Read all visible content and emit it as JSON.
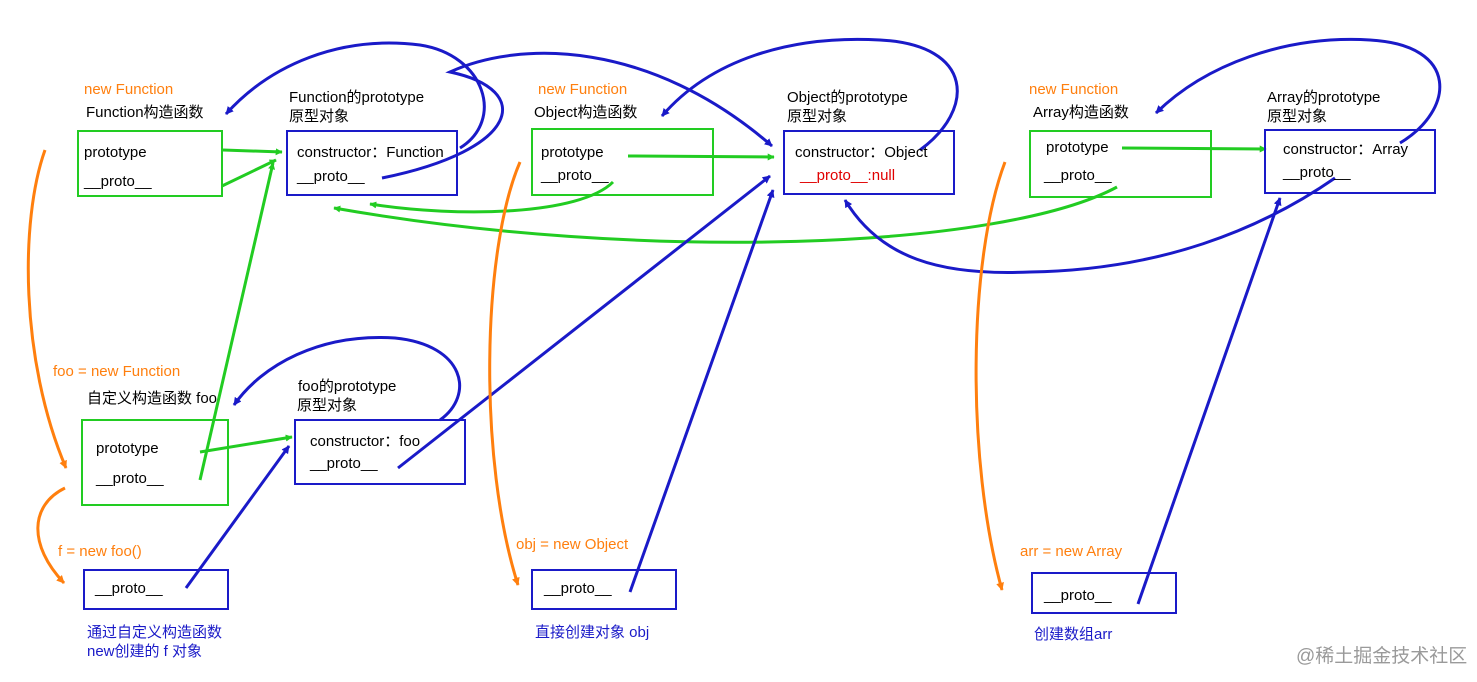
{
  "function_group": {
    "new_label": "new Function",
    "ctor_title": "Function构造函数",
    "ctor_fields": [
      "prototype",
      "__proto__"
    ],
    "proto_title_1": "Function的prototype",
    "proto_title_2": "原型对象",
    "proto_fields": [
      "constructor：Function",
      "__proto__"
    ]
  },
  "object_group": {
    "new_label": "new Function",
    "ctor_title": "Object构造函数",
    "ctor_fields": [
      "prototype",
      "__proto__"
    ],
    "proto_title_1": "Object的prototype",
    "proto_title_2": "原型对象",
    "proto_fields": [
      "constructor：Object",
      "__proto__:null"
    ]
  },
  "array_group": {
    "new_label": "new Function",
    "ctor_title": "Array构造函数",
    "ctor_fields": [
      "prototype",
      "__proto__"
    ],
    "proto_title_1": "Array的prototype",
    "proto_title_2": "原型对象",
    "proto_fields": [
      "constructor：Array",
      "__proto__"
    ]
  },
  "foo_group": {
    "new_label": "foo = new Function",
    "ctor_title": "自定义构造函数 foo",
    "ctor_fields": [
      "prototype",
      "__proto__"
    ],
    "proto_title_1": "foo的prototype",
    "proto_title_2": "原型对象",
    "proto_fields": [
      "constructor：foo",
      "__proto__"
    ]
  },
  "instances": {
    "f": {
      "new_label": "f = new foo()",
      "field": "__proto__",
      "caption_1": "通过自定义构造函数",
      "caption_2": "new创建的 f 对象"
    },
    "obj": {
      "new_label": "obj = new Object",
      "field": "__proto__",
      "caption": "直接创建对象 obj"
    },
    "arr": {
      "new_label": "arr = new Array",
      "field": "__proto__",
      "caption": "创建数组arr"
    }
  },
  "watermark": "@稀土掘金技术社区",
  "colors": {
    "green": "#22cc22",
    "blue": "#1a1ac8",
    "orange": "#ff7f0e",
    "red": "#e00000"
  }
}
